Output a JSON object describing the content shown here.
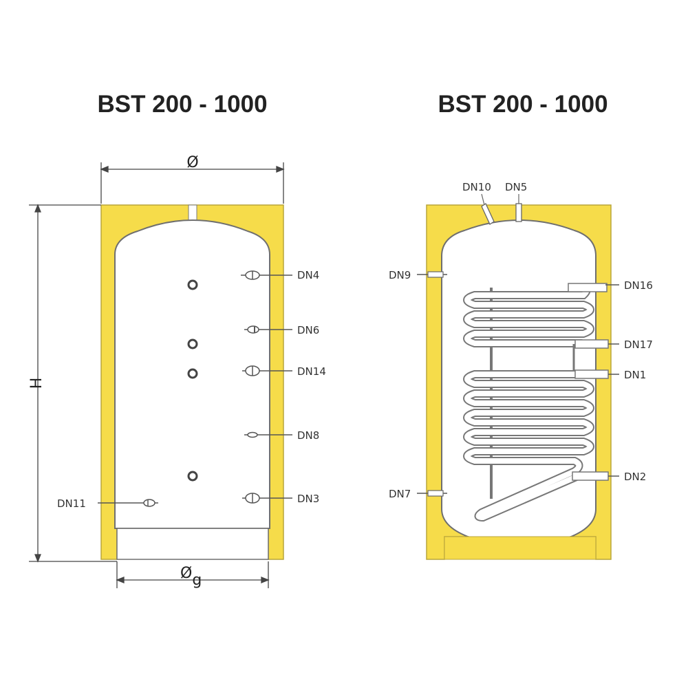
{
  "titles": {
    "left": "BST 200 - 1000",
    "right": "BST 200 - 1000"
  },
  "dimensions": {
    "diameter": "Ø",
    "height": "H",
    "diameter_g_symbol": "Ø",
    "diameter_g_sub": "g"
  },
  "left_tank": {
    "connections": {
      "dn4": "DN4",
      "dn6": "DN6",
      "dn14": "DN14",
      "dn8": "DN8",
      "dn3": "DN3",
      "dn11": "DN11"
    }
  },
  "right_tank": {
    "connections": {
      "dn10": "DN10",
      "dn5": "DN5",
      "dn9": "DN9",
      "dn16": "DN16",
      "dn17": "DN17",
      "dn1": "DN1",
      "dn2": "DN2",
      "dn7": "DN7"
    }
  },
  "colors": {
    "insulation": "#f6dc4a",
    "tank": "#ffffff",
    "stroke": "#6f6f6f",
    "text": "#222222"
  }
}
